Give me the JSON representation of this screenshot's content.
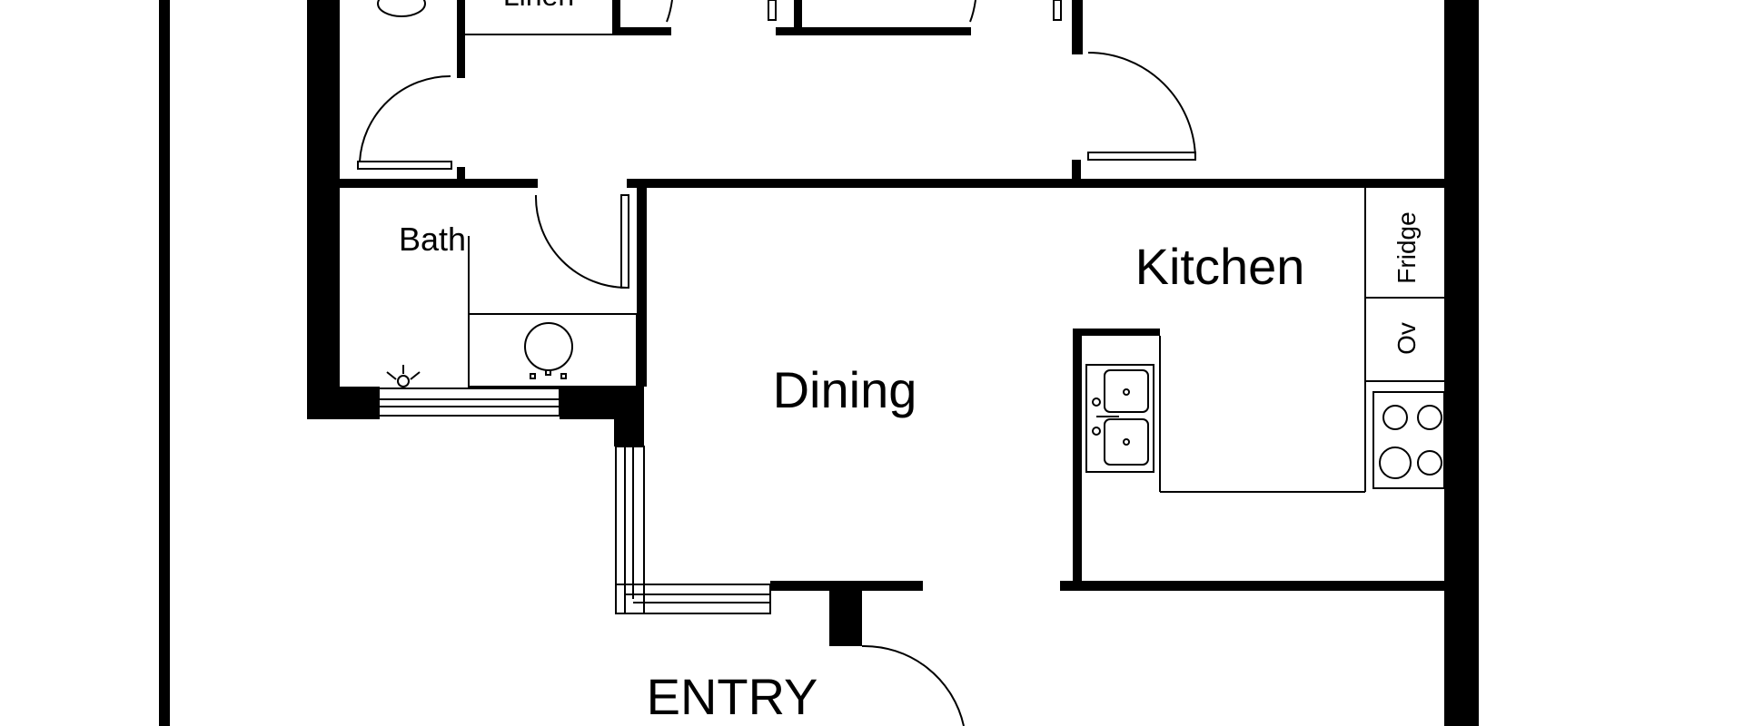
{
  "plan": {
    "rooms": {
      "linen": "Linen",
      "bath": "Bath",
      "kitchen": "Kitchen",
      "dining": "Dining",
      "entry": "ENTRY"
    },
    "appliances": {
      "fridge": "Fridge",
      "oven": "Ov"
    },
    "colors": {
      "wall": "#000000",
      "line": "#000000",
      "background": "#ffffff"
    }
  }
}
